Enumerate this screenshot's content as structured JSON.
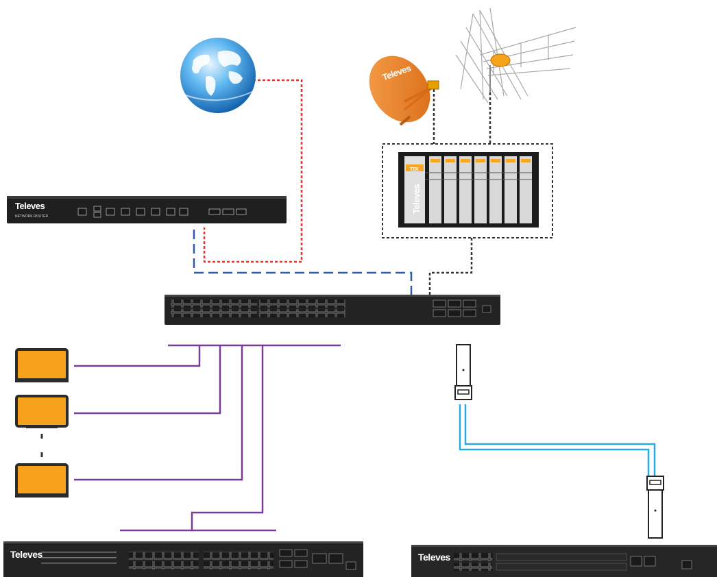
{
  "devices": {
    "router": {
      "brand": "Televes",
      "model": "NETWORK ROUTER"
    },
    "headend": {
      "brand": "Televes",
      "module_label": "T.0X"
    },
    "dish": {
      "brand": "Televes"
    },
    "access_switch": {
      "brand": "Televes"
    },
    "fiber_switch": {
      "brand": "Televes"
    }
  },
  "colors": {
    "internet_link": "#e8322b",
    "router_switch_link": "#2e5aa8",
    "tv_signal_link": "#333333",
    "lan_bus": "#7b3a96",
    "fiber_link": "#29a9e0",
    "tv_screen": "#f7a21d"
  },
  "icons": [
    "globe-icon",
    "satellite-dish-icon",
    "terrestrial-antenna-icon",
    "tv-icon",
    "sfp-module-icon",
    "ellipsis-icon"
  ]
}
